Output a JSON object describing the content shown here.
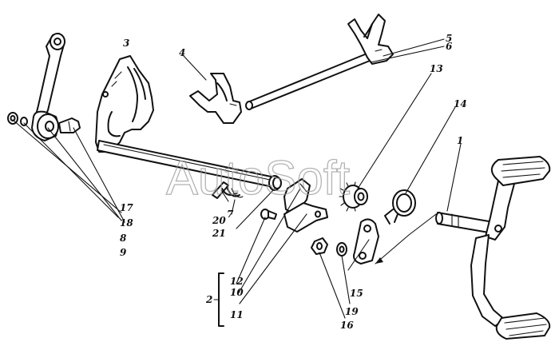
{
  "watermark": "AutoSoft",
  "callouts": [
    "1",
    "2",
    "3",
    "4",
    "5",
    "6",
    "7",
    "8",
    "9",
    "10",
    "11",
    "12",
    "13",
    "14",
    "15",
    "16",
    "17",
    "18",
    "19",
    "20",
    "21"
  ],
  "group_label": "2"
}
